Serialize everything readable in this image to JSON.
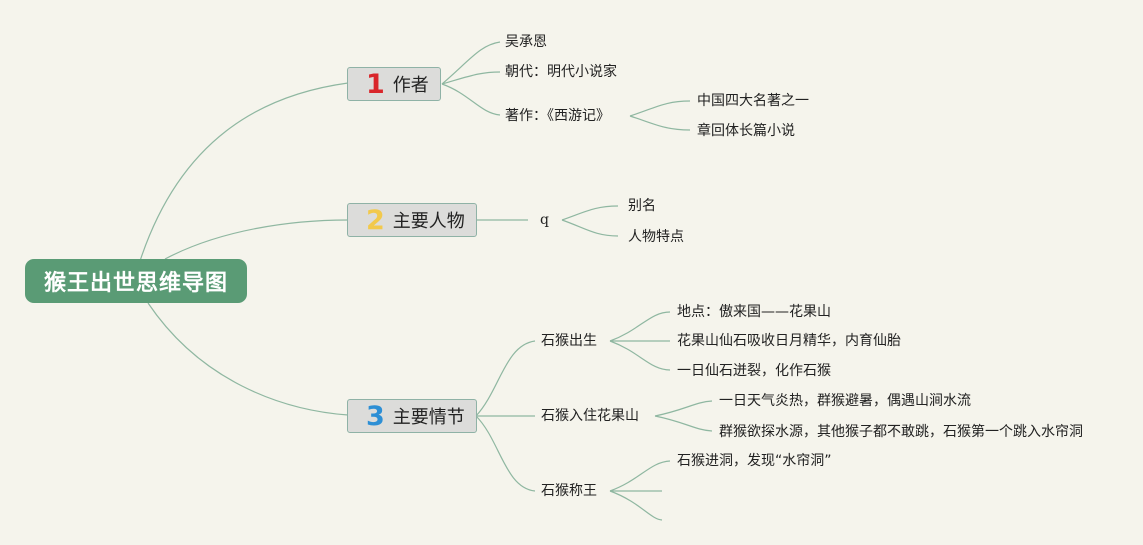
{
  "root": {
    "title": "猴王出世思维导图"
  },
  "branches": [
    {
      "num": "1",
      "label": "作者",
      "num_color": "#d9262b"
    },
    {
      "num": "2",
      "label": "主要人物",
      "num_color": "#f2c94c"
    },
    {
      "num": "3",
      "label": "主要情节",
      "num_color": "#2d8fd5"
    }
  ],
  "author": {
    "name": "吴承恩",
    "dynasty": "朝代：明代小说家",
    "work": "著作：《西游记》",
    "work_details": [
      "中国四大名著之一",
      "章回体长篇小说"
    ]
  },
  "characters": {
    "node": "q",
    "items": [
      "别名",
      "人物特点"
    ]
  },
  "plot": {
    "events": [
      {
        "title": "石猴出生",
        "details": [
          "地点：傲来国——花果山",
          "花果山仙石吸收日月精华，内育仙胎",
          "一日仙石迸裂，化作石猴"
        ]
      },
      {
        "title": "石猴入住花果山",
        "details": [
          "一日天气炎热，群猴避暑，偶遇山涧水流",
          "群猴欲探水源，其他猴子都不敢跳，石猴第一个跳入水帘洞"
        ]
      },
      {
        "title": "石猴称王",
        "details": [
          "石猴进洞，发现“水帘洞”",
          "",
          ""
        ]
      }
    ]
  }
}
